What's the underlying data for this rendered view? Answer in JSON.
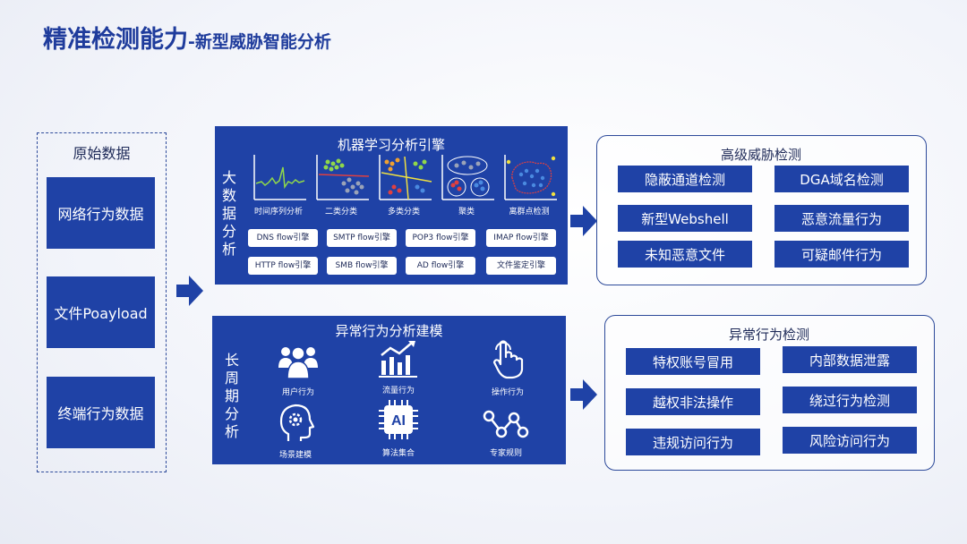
{
  "title": {
    "main": "精准检测能力",
    "sub": "-新型威胁智能分析"
  },
  "source": {
    "title": "原始数据",
    "items": [
      "网络行为数据",
      "文件Poayload",
      "终端行为数据"
    ]
  },
  "ml_panel": {
    "title": "机器学习分析引擎",
    "side_label": [
      "大",
      "数",
      "据",
      "分",
      "析"
    ],
    "charts": [
      "时间序列分析",
      "二类分类",
      "多类分类",
      "聚类",
      "离群点检测"
    ],
    "flows": [
      "DNS flow引擎",
      "SMTP  flow引擎",
      "POP3 flow引擎",
      "IMAP flow引擎",
      "HTTP flow引擎",
      "SMB flow引擎",
      "AD flow引擎",
      "文件鉴定引擎"
    ]
  },
  "behavior_panel": {
    "title": "异常行为分析建模",
    "side_label": [
      "长",
      "周",
      "期",
      "分",
      "析"
    ],
    "icons": [
      {
        "icon": "users-icon",
        "label": "用户行为"
      },
      {
        "icon": "bar-chart-icon",
        "label": "流量行为"
      },
      {
        "icon": "hand-pointer-icon",
        "label": "操作行为"
      },
      {
        "icon": "head-gear-icon",
        "label": "场景建模"
      },
      {
        "icon": "ai-chip-icon",
        "label": "算法集合",
        "text": "AI"
      },
      {
        "icon": "network-nodes-icon",
        "label": "专家规则"
      }
    ]
  },
  "advanced": {
    "title": "高级威胁检测",
    "items": [
      "隐蔽通道检测",
      "DGA域名检测",
      "新型Webshell",
      "恶意流量行为",
      "未知恶意文件",
      "可疑邮件行为"
    ]
  },
  "anomaly": {
    "title": "异常行为检测",
    "items": [
      "特权账号冒用",
      "内部数据泄露",
      "越权非法操作",
      "绕过行为检测",
      "违规访问行为",
      "风险访问行为"
    ]
  },
  "colors": {
    "primary": "#1f42a6",
    "title": "#1f3c9c",
    "border": "#2d4a9a"
  }
}
